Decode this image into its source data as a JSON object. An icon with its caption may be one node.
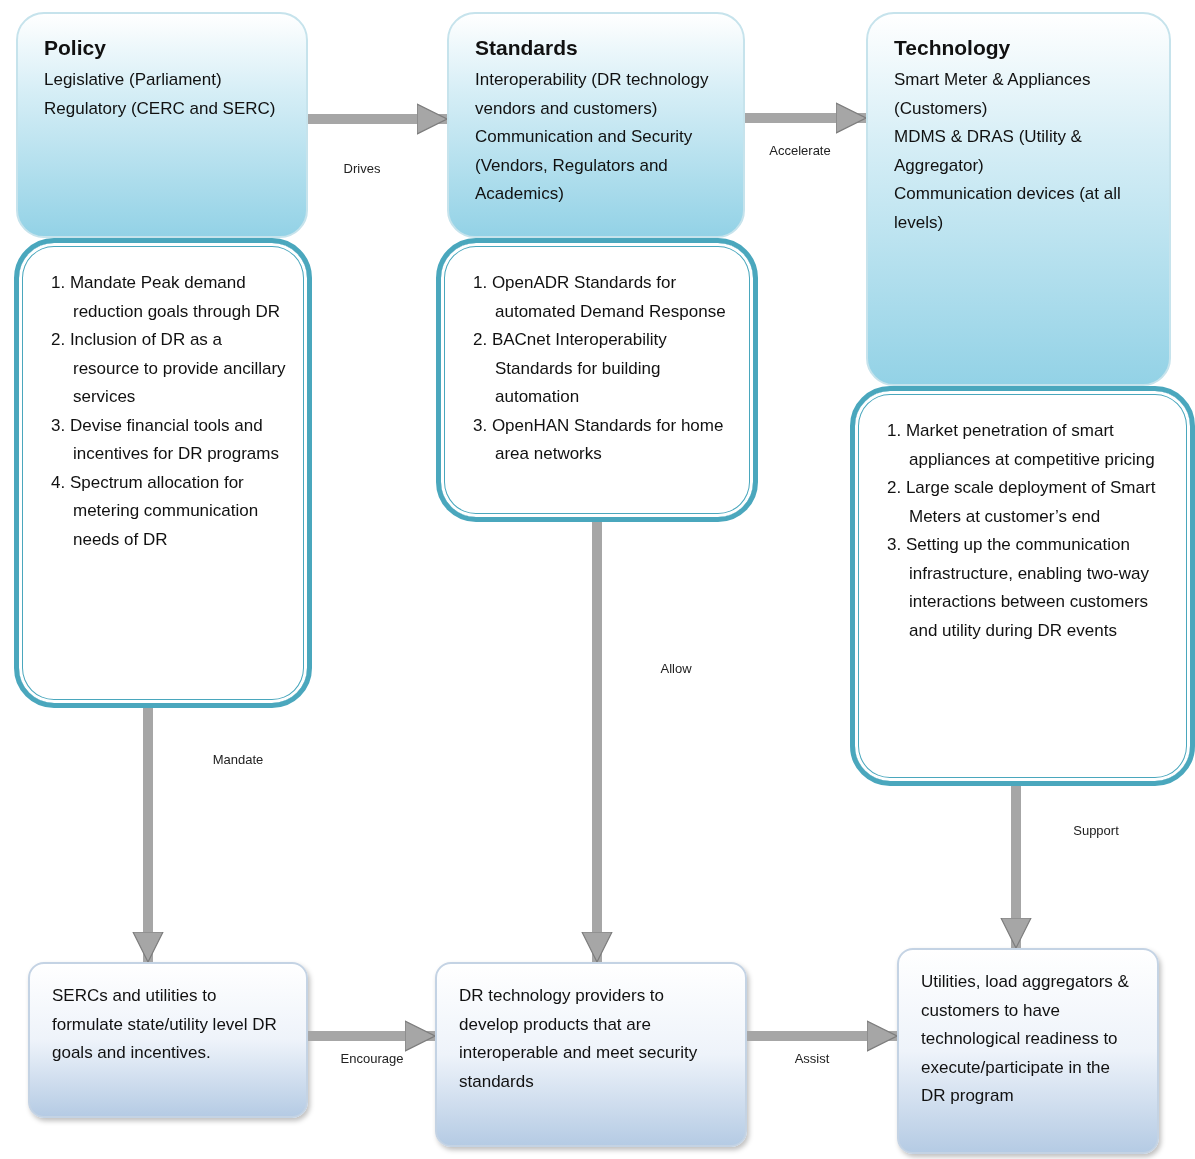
{
  "diagram": {
    "nodes": [
      {
        "text": [
          "Policy",
          "Legislative (Parliament)",
          "Regulatory (CERC and SERC)"
        ]
      },
      {
        "text": [
          "1. Mandate Peak demand reduction goals through DR",
          "2. Inclusion of DR as a resource to provide ancillary services",
          "3. Devise financial tools and incentives for DR programs",
          "4. Spectrum allocation for metering communication needs of DR"
        ]
      },
      {
        "text": [
          "Standards",
          "Interoperability (DR technology vendors and customers)",
          "Communication and Security (Vendors, Regulators and Academics)"
        ]
      },
      {
        "text": [
          "1. OpenADR Standards for automated Demand Response",
          "2. BACnet Interoperability Standards for building automation",
          "3. OpenHAN Standards for home area networks"
        ]
      },
      {
        "text": [
          "Technology",
          "Smart Meter & Appliances (Customers)",
          "MDMS & DRAS (Utility & Aggregator)",
          "Communication devices (at all levels)"
        ]
      },
      {
        "text": [
          "1. Market penetration of smart appliances at competitive pricing",
          "2. Large scale deployment of Smart Meters at customer’s end",
          "3. Setting up the communication infrastructure, enabling two-way interactions between customers and utility during DR events"
        ]
      },
      {
        "text": [
          "SERCs and utilities to formulate state/utility level DR goals and incentives."
        ]
      },
      {
        "text": [
          "DR technology providers to develop products that are interoperable and meet security standards"
        ]
      },
      {
        "text": [
          "Utilities, load aggregators & customers to have technological readiness to execute/participate in the DR program"
        ]
      }
    ],
    "edges": [
      {
        "from": 0,
        "to": 2,
        "arrow": "to",
        "label": "Drives"
      },
      {
        "from": 2,
        "to": 4,
        "arrow": "to",
        "label": "Accelerate"
      },
      {
        "from": 1,
        "to": 6,
        "arrow": "to",
        "label": "Mandate"
      },
      {
        "from": 3,
        "to": 7,
        "arrow": "to",
        "label": "Allow"
      },
      {
        "from": 5,
        "to": 8,
        "arrow": "to",
        "label": "Support"
      },
      {
        "from": 6,
        "to": 7,
        "arrow": "to",
        "label": "Encourage"
      },
      {
        "from": 7,
        "to": 8,
        "arrow": "to",
        "label": "Assist"
      }
    ]
  }
}
